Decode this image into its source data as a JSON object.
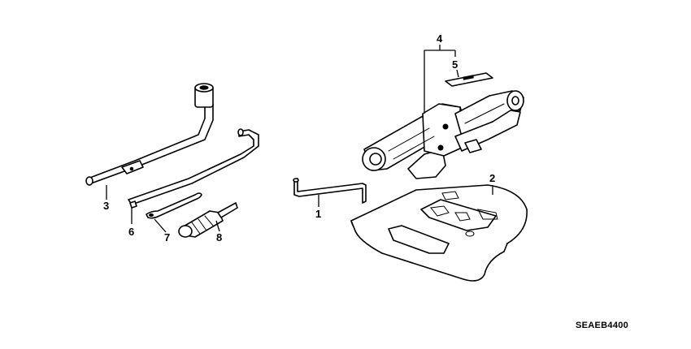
{
  "callouts": {
    "c1": "1",
    "c2": "2",
    "c3": "3",
    "c4": "4",
    "c5": "5",
    "c6": "6",
    "c7": "7",
    "c8": "8"
  },
  "diagram_code": "SEAEB4400"
}
